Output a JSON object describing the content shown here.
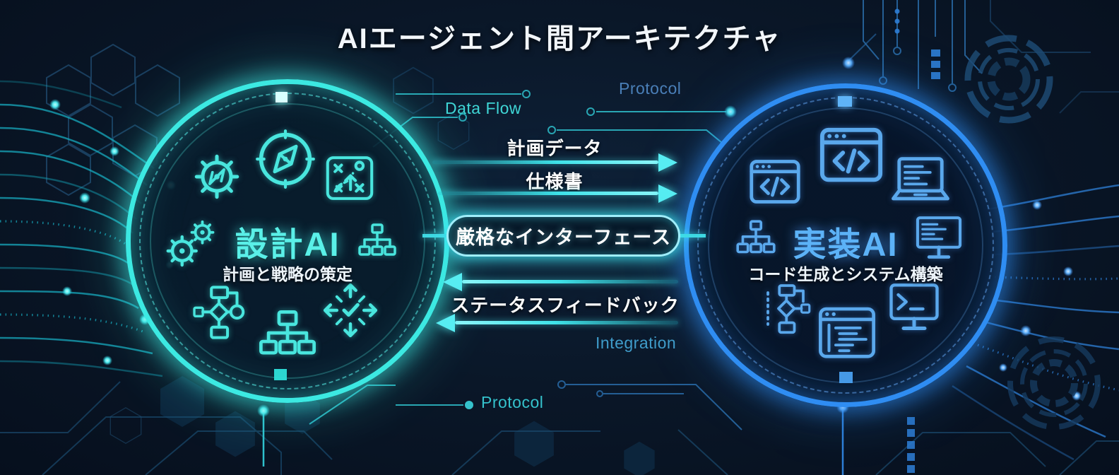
{
  "title": "AIエージェント間アーキテクチャ",
  "agents": {
    "design": {
      "name": "設計AI",
      "description": "計画と戦略の策定",
      "accent_color": "#3ee9e2",
      "icons": [
        "gear-compass-icon",
        "compass-icon",
        "strategy-plan-icon",
        "gears-icon",
        "hierarchy-icon",
        "flowchart-icon",
        "deploy-arrows-check-icon",
        "org-chart-icon"
      ]
    },
    "implementation": {
      "name": "実装AI",
      "description": "コード生成とシステム構築",
      "accent_color": "#3b93f0",
      "icons": [
        "code-window-icon",
        "code-window-icon",
        "laptop-code-icon",
        "hierarchy-icon",
        "monitor-code-icon",
        "flowchart-icon",
        "code-editor-icon",
        "terminal-icon"
      ]
    }
  },
  "interface_box": {
    "label": "厳格なインターフェース"
  },
  "data_flows": {
    "design_to_implementation": [
      {
        "label": "計画データ",
        "direction": "right"
      },
      {
        "label": "仕様書",
        "direction": "right"
      }
    ],
    "implementation_to_design": [
      {
        "label": "ステータスフィードバック",
        "direction": "left"
      }
    ]
  },
  "background_labels": {
    "data_flow": "Data Flow",
    "protocol_top": "Protocol",
    "integration": "Integration",
    "protocol_bottom": "Protocol"
  },
  "colors": {
    "background_navy": "#0a1728",
    "cyan_accent": "#3ee9e2",
    "blue_accent": "#3b93f0",
    "label_blue": "#4a7fb8",
    "label_cyan": "#3fd6d6",
    "label_teal": "#35c2cc",
    "label_steel": "#3f9cca",
    "title_white": "#f2f6fa"
  }
}
